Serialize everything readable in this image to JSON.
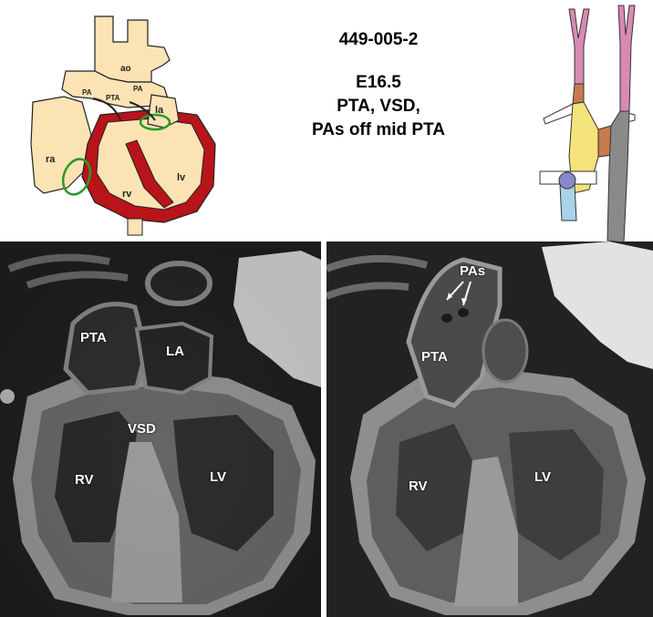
{
  "header": {
    "specimen_id": "449-005-2",
    "stage": "E16.5",
    "diagnosis": "PTA, VSD,",
    "detail": "PAs off mid PTA"
  },
  "heart_diagram": {
    "labels": {
      "ao": "ao",
      "pa_left": "PA",
      "pta": "PTA",
      "pa_right": "PA",
      "la": "la",
      "ra": "ra",
      "rv": "rv",
      "lv": "lv"
    },
    "colors": {
      "tissue": "#fbe3b4",
      "wall": "#b8141a",
      "valve_ring": "#2a9a2a"
    }
  },
  "vessel_diagram": {
    "colors": {
      "pink": "#d88ab4",
      "yellow": "#f3e37a",
      "orange": "#c87a4e",
      "gray": "#8a8a8a",
      "blue": "#a9d3e8",
      "purple": "#8888cc"
    }
  },
  "left_panel": {
    "labels": {
      "pta": "PTA",
      "la": "LA",
      "vsd": "VSD",
      "rv": "RV",
      "lv": "LV"
    }
  },
  "right_panel": {
    "labels": {
      "pas": "PAs",
      "pta": "PTA",
      "rv": "RV",
      "lv": "LV"
    }
  }
}
